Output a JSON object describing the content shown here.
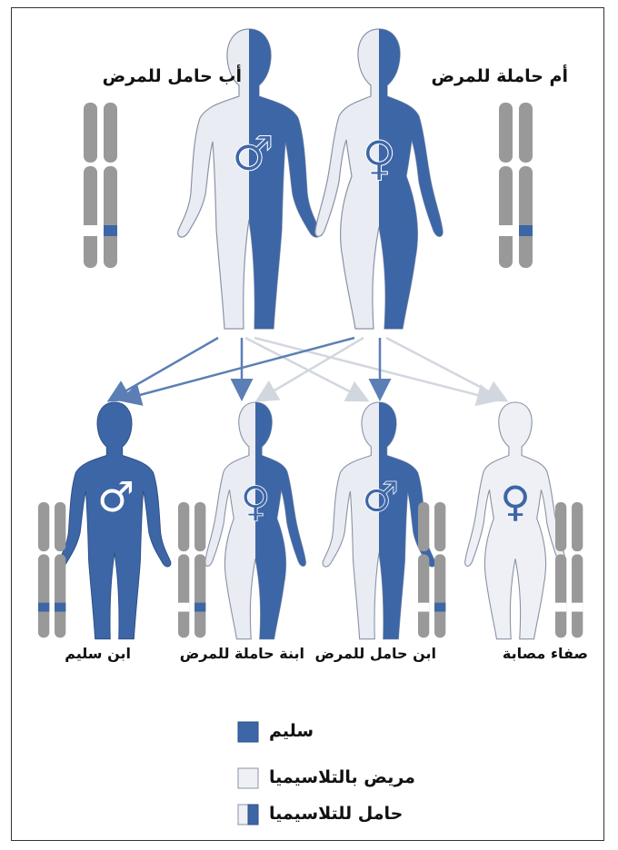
{
  "parents": {
    "father_label": "أب حامل للمرض",
    "mother_label": "أم حاملة للمرض"
  },
  "children": [
    {
      "label": "ابن سليم"
    },
    {
      "label": "ابنة حاملة للمرض"
    },
    {
      "label": "ابن حامل للمرض"
    },
    {
      "label": "صفاء مصابة"
    }
  ],
  "legend": {
    "healthy": "سليم",
    "affected": "مريض بالتلاسيميا",
    "carrier": "حامل للتلاسيميا"
  },
  "colors": {
    "blue": "#3d66a7",
    "light": "#e9ecf3",
    "gray": "#999999",
    "arrow_strong": "#5b7fb4",
    "arrow_faint": "#d2d7df"
  },
  "symbols": {
    "male": "♂",
    "female": "♀"
  }
}
